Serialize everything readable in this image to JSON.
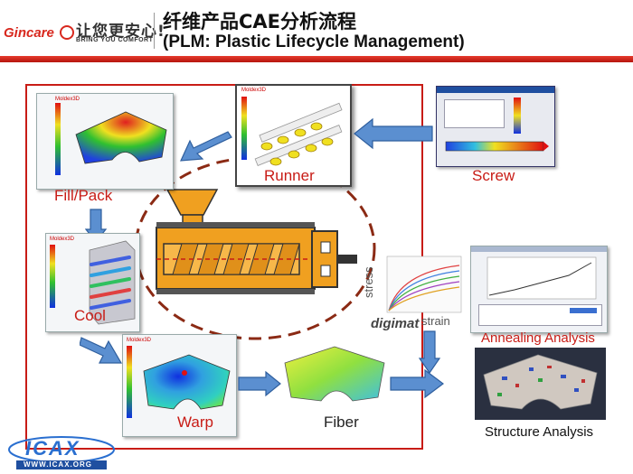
{
  "header": {
    "logo_text": "Gincare",
    "slogan_cn": "让您更安心!",
    "slogan_en": "BRING YOU COMFORT!",
    "title_cn": "纤维产品CAE分析流程",
    "title_en": "(PLM: Plastic Lifecycle Management)"
  },
  "labels": {
    "runner": "Runner",
    "screw": "Screw",
    "fill_pack": "Fill/Pack",
    "cool": "Cool",
    "warp": "Warp",
    "fiber": "Fiber",
    "annealing": "Annealing Analysis",
    "structure": "Structure Analysis",
    "stress": "stress",
    "strain": "strain",
    "digimat": "digimat"
  },
  "software_label": "Moldex3D",
  "footer": {
    "brand": "ICAX",
    "url": "WWW.ICAX.ORG"
  },
  "colors": {
    "brand_red": "#c81c16",
    "arrow_blue": "#5b8fd0",
    "hopper_orange": "#f0a020",
    "circle_brown": "#8b2a14"
  }
}
